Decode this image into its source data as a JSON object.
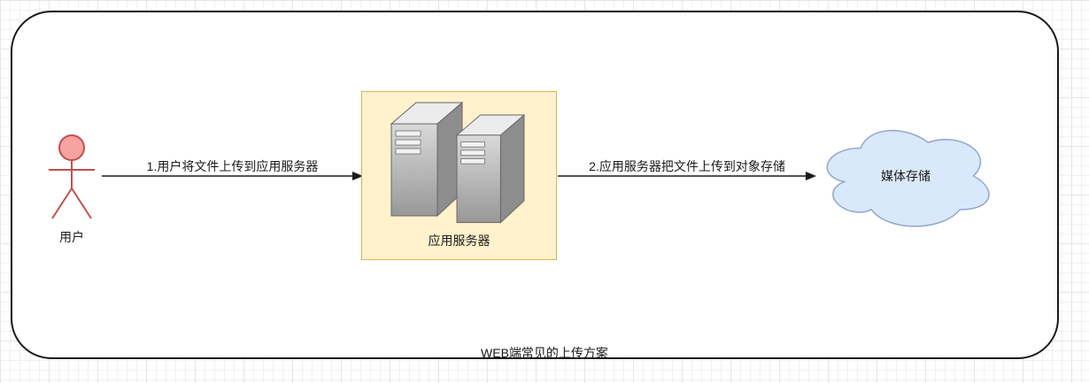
{
  "diagram": {
    "title": "WEB端常见的上传方案",
    "actor": {
      "label": "用户"
    },
    "app_server": {
      "label": "应用服务器"
    },
    "media_storage": {
      "label": "媒体存储"
    },
    "flow_step_1": {
      "label": "1.用户将文件上传到应用服务器"
    },
    "flow_step_2": {
      "label": "2.应用服务器把文件上传到对象存储"
    },
    "colors": {
      "actor_fill": "#f6a3a1",
      "actor_stroke": "#c0504d",
      "server_box_fill": "#fff2cc",
      "server_box_stroke": "#d6b656",
      "cloud_fill": "#dae8fc",
      "cloud_stroke": "#93a9c7",
      "arrow_color": "#1a1a1a",
      "boundary_color": "#1a1a1a"
    }
  }
}
